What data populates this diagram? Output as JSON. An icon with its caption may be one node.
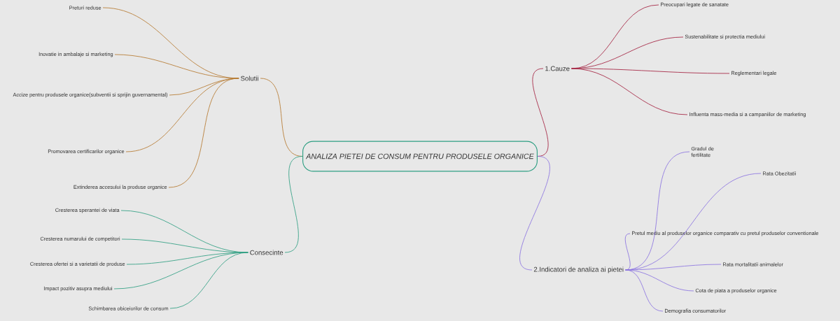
{
  "diagram": {
    "nodes": [
      {
        "text": [
          "ANALIZA PIETEI DE CONSUM PENTRU PRODUSELE ORGANICE"
        ]
      },
      {
        "text": [
          "Solutii"
        ]
      },
      {
        "text": [
          "Preturi reduse"
        ]
      },
      {
        "text": [
          "Inovatie in ambalaje si marketing"
        ]
      },
      {
        "text": [
          "Accize  pentru produsele organice(subventii si sprijin guvernamental)"
        ]
      },
      {
        "text": [
          "Promovarea certificarilor organice"
        ]
      },
      {
        "text": [
          "Extinderea accesului la produse organice"
        ]
      },
      {
        "text": [
          "Consecinte"
        ]
      },
      {
        "text": [
          "Cresterea sperantei de viata"
        ]
      },
      {
        "text": [
          "Cresterea numarului de competitori"
        ]
      },
      {
        "text": [
          "Cresterea ofertei si a varietatii de produse"
        ]
      },
      {
        "text": [
          "Impact pozitiv asupra mediului"
        ]
      },
      {
        "text": [
          "Schimbarea obiceiurilor de consum"
        ]
      },
      {
        "text": [
          "1.Cauze"
        ]
      },
      {
        "text": [
          "Preocupari legate de sanatate"
        ]
      },
      {
        "text": [
          "Sustenabilitate si protectia mediului"
        ]
      },
      {
        "text": [
          "Reglementari legale"
        ]
      },
      {
        "text": [
          "Influenta mass-media si a campaniilor de marketing"
        ]
      },
      {
        "text": [
          "2.Indicatori de analiza ai pietei"
        ]
      },
      {
        "text": [
          "Gradul de fertilitate"
        ]
      },
      {
        "text": [
          "Rata Obezitatii"
        ]
      },
      {
        "text": [
          "Pretul mediu al produselor organice comparativ cu pretul produselor conventionale"
        ]
      },
      {
        "text": [
          "Rata mortalitatii animalelor"
        ]
      },
      {
        "text": [
          "Cota de piata a produselor organice"
        ]
      },
      {
        "text": [
          "Demografia consumatorilor"
        ]
      }
    ],
    "edges": [
      {
        "from": 0,
        "to": 1,
        "arrow": "none",
        "color": "#b5782f"
      },
      {
        "from": 1,
        "to": 2,
        "arrow": "none",
        "color": "#b5782f"
      },
      {
        "from": 1,
        "to": 3,
        "arrow": "none",
        "color": "#b5782f"
      },
      {
        "from": 1,
        "to": 4,
        "arrow": "none",
        "color": "#b5782f"
      },
      {
        "from": 1,
        "to": 5,
        "arrow": "none",
        "color": "#b5782f"
      },
      {
        "from": 1,
        "to": 6,
        "arrow": "none",
        "color": "#b5782f"
      },
      {
        "from": 0,
        "to": 7,
        "arrow": "none",
        "color": "#2e9e82"
      },
      {
        "from": 7,
        "to": 8,
        "arrow": "none",
        "color": "#2e9e82"
      },
      {
        "from": 7,
        "to": 9,
        "arrow": "none",
        "color": "#2e9e82"
      },
      {
        "from": 7,
        "to": 10,
        "arrow": "none",
        "color": "#2e9e82"
      },
      {
        "from": 7,
        "to": 11,
        "arrow": "none",
        "color": "#2e9e82"
      },
      {
        "from": 7,
        "to": 12,
        "arrow": "none",
        "color": "#2e9e82"
      },
      {
        "from": 0,
        "to": 13,
        "arrow": "none",
        "color": "#a3203f"
      },
      {
        "from": 13,
        "to": 14,
        "arrow": "none",
        "color": "#a3203f"
      },
      {
        "from": 13,
        "to": 15,
        "arrow": "none",
        "color": "#a3203f"
      },
      {
        "from": 13,
        "to": 16,
        "arrow": "none",
        "color": "#a3203f"
      },
      {
        "from": 13,
        "to": 17,
        "arrow": "none",
        "color": "#a3203f"
      },
      {
        "from": 0,
        "to": 18,
        "arrow": "none",
        "color": "#8a72e0"
      },
      {
        "from": 18,
        "to": 19,
        "arrow": "none",
        "color": "#8a72e0"
      },
      {
        "from": 18,
        "to": 20,
        "arrow": "none",
        "color": "#8a72e0"
      },
      {
        "from": 18,
        "to": 21,
        "arrow": "none",
        "color": "#8a72e0"
      },
      {
        "from": 18,
        "to": 22,
        "arrow": "none",
        "color": "#8a72e0"
      },
      {
        "from": 18,
        "to": 23,
        "arrow": "none",
        "color": "#8a72e0"
      },
      {
        "from": 18,
        "to": 24,
        "arrow": "none",
        "color": "#8a72e0"
      }
    ]
  }
}
